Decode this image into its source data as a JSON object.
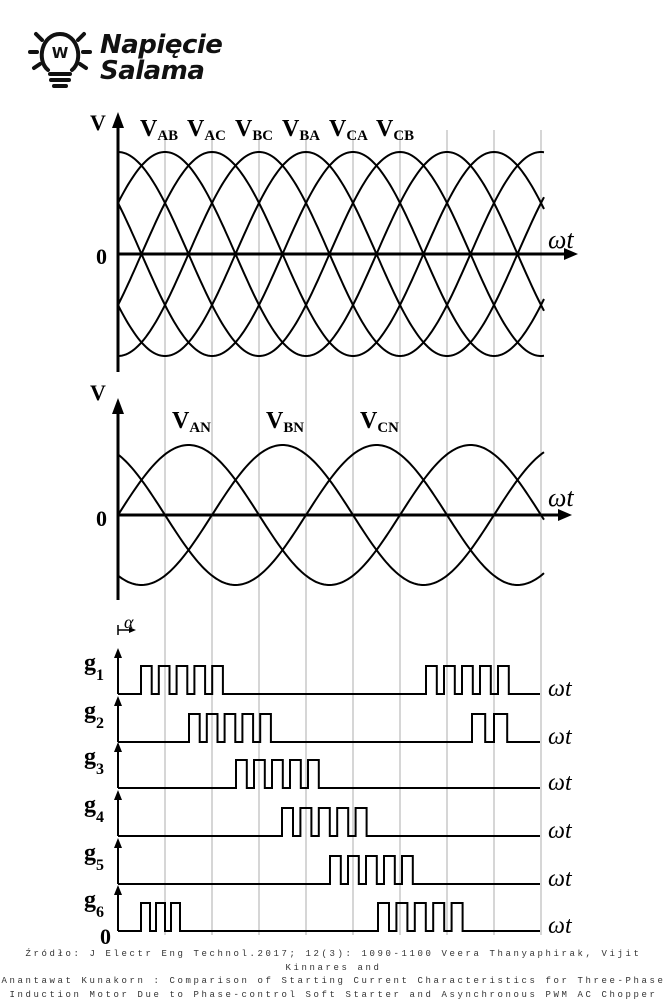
{
  "brand": {
    "line1": "Napięcie",
    "line2": "Salama",
    "bulb_letter": "W",
    "icon": "lightbulb-icon"
  },
  "panels": {
    "line_voltages": {
      "y_label": "V",
      "zero_label": "0",
      "x_label": "ωt",
      "curves": [
        {
          "base": "V",
          "sub": "AB"
        },
        {
          "base": "V",
          "sub": "AC"
        },
        {
          "base": "V",
          "sub": "BC"
        },
        {
          "base": "V",
          "sub": "BA"
        },
        {
          "base": "V",
          "sub": "CA"
        },
        {
          "base": "V",
          "sub": "CB"
        }
      ]
    },
    "phase_voltages": {
      "y_label": "V",
      "zero_label": "0",
      "x_label": "ωt",
      "curves": [
        {
          "base": "V",
          "sub": "AN"
        },
        {
          "base": "V",
          "sub": "BN"
        },
        {
          "base": "V",
          "sub": "CN"
        }
      ]
    },
    "gate_signals": {
      "alpha_label": "α",
      "x_label": "ωt",
      "bottom_zero": "0",
      "signals": [
        {
          "base": "g",
          "sub": "1"
        },
        {
          "base": "g",
          "sub": "2"
        },
        {
          "base": "g",
          "sub": "3"
        },
        {
          "base": "g",
          "sub": "4"
        },
        {
          "base": "g",
          "sub": "5"
        },
        {
          "base": "g",
          "sub": "6"
        }
      ]
    }
  },
  "source": {
    "line1": "Źródło: J Electr Eng Technol.2017; 12(3): 1090-1100 Veera Thanyaphirak, Vijit Kinnares and",
    "line2": "Anantawat Kunakorn : Comparison of Starting Current Characteristics for Three-Phase",
    "line3": "Induction Motor Due to Phase-control Soft Starter and Asynchronous PWM AC Chopper"
  }
}
